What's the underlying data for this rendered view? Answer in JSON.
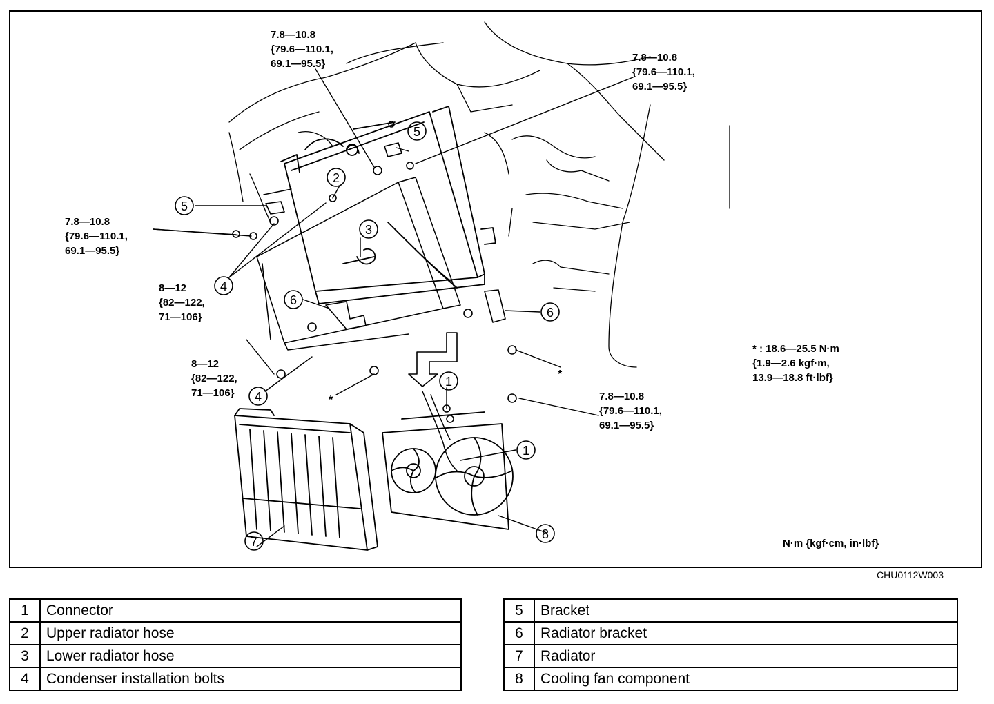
{
  "torque_labels": {
    "top_center": [
      "7.8—10.8",
      "{79.6—110.1,",
      "69.1—95.5}"
    ],
    "top_right": [
      "7.8—10.8",
      "{79.6—110.1,",
      "69.1—95.5}"
    ],
    "left_middle": [
      "7.8—10.8",
      "{79.6—110.1,",
      "69.1—95.5}"
    ],
    "left_lower": [
      "8—12",
      "{82—122,",
      "71—106}"
    ],
    "bottom_left": [
      "8—12",
      "{82—122,",
      "71—106}"
    ],
    "fan_right": [
      "7.8—10.8",
      "{79.6—110.1,",
      "69.1—95.5}"
    ]
  },
  "asterisk_note": [
    "* : 18.6—25.5 N·m",
    "{1.9—2.6 kgf·m,",
    "13.9—18.8 ft·lbf}"
  ],
  "asterisk_symbol": "*",
  "unit_note": "N·m {kgf·cm, in·lbf}",
  "figure_code": "CHU0112W003",
  "callout_numbers": [
    "1",
    "2",
    "3",
    "4",
    "5",
    "6",
    "7",
    "8"
  ],
  "legend_left": [
    {
      "num": "1",
      "name": "Connector"
    },
    {
      "num": "2",
      "name": "Upper radiator hose"
    },
    {
      "num": "3",
      "name": "Lower radiator hose"
    },
    {
      "num": "4",
      "name": "Condenser installation bolts"
    }
  ],
  "legend_right": [
    {
      "num": "5",
      "name": "Bracket"
    },
    {
      "num": "6",
      "name": "Radiator bracket"
    },
    {
      "num": "7",
      "name": "Radiator"
    },
    {
      "num": "8",
      "name": "Cooling fan component"
    }
  ]
}
